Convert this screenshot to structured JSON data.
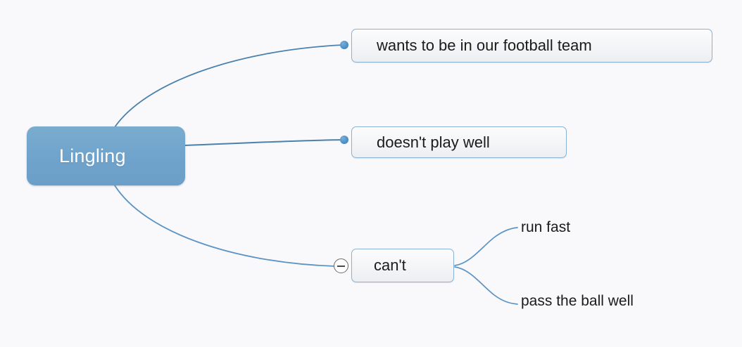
{
  "diagram": {
    "type": "mind-map",
    "background_color": "#f9f8fa"
  },
  "root": {
    "label": "Lingling",
    "fill_color": "#6fa3cc",
    "text_color": "#ffffff"
  },
  "branches": [
    {
      "id": "football",
      "label": "wants to be in our football team",
      "marker": "bullet-dot",
      "marker_color": "#4a8ec2"
    },
    {
      "id": "play",
      "label": "doesn't play well",
      "marker": "bullet-dot",
      "marker_color": "#4a8ec2"
    },
    {
      "id": "cant",
      "label": "can't",
      "marker": "collapse-minus",
      "marker_color": "#6b6b6b",
      "children": [
        {
          "id": "run",
          "label": "run fast"
        },
        {
          "id": "pass",
          "label": "pass the ball well"
        }
      ]
    }
  ],
  "style": {
    "box_border_color": "#8ab2d4",
    "box_fill_color": "#f4f5f7",
    "connector_color": "#5b93c4",
    "text_color": "#1b1b1b"
  }
}
